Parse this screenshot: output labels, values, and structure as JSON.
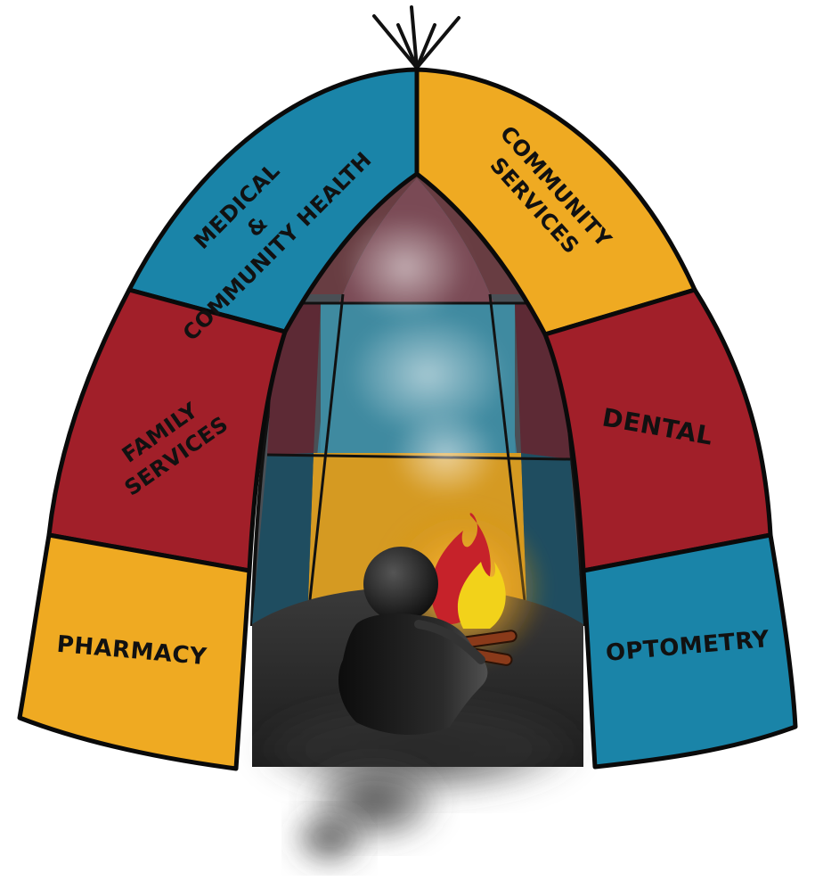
{
  "segments": {
    "medical": {
      "line1": "MEDICAL",
      "line2": "&",
      "line3": "COMMUNITY HEALTH",
      "color": "#1a84a8"
    },
    "community": {
      "line1": "COMMUNITY",
      "line2": "SERVICES",
      "color": "#efaa22"
    },
    "family": {
      "line1": "FAMILY",
      "line2": "SERVICES",
      "color": "#a11f29"
    },
    "dental": {
      "label": "DENTAL",
      "color": "#a11f29"
    },
    "pharmacy": {
      "label": "PHARMACY",
      "color": "#efaa22"
    },
    "optometry": {
      "label": "OPTOMETRY",
      "color": "#1a84a8"
    }
  },
  "figure": {
    "icon": "person-by-fire-icon"
  }
}
